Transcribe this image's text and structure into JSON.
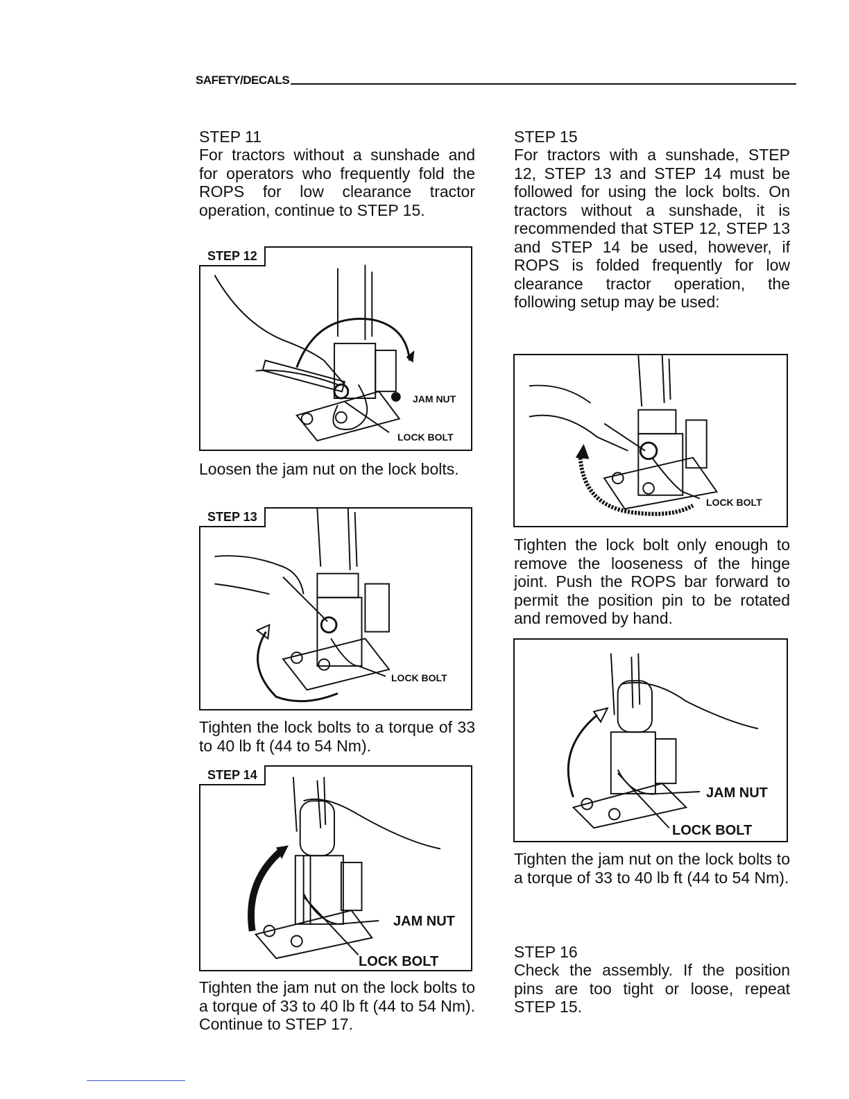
{
  "header": {
    "title": "SAFETY/DECALS"
  },
  "left": {
    "step11": {
      "title": "STEP 11",
      "text": "For tractors without a sunshade and for operators who frequently fold the ROPS for low clearance tractor operation, continue to STEP 15."
    },
    "fig12": {
      "label": "STEP 12",
      "callout1": "JAM NUT",
      "callout2": "LOCK BOLT"
    },
    "cap12": "Loosen the jam nut on the lock bolts.",
    "fig13": {
      "label": "STEP 13",
      "callout1": "LOCK BOLT"
    },
    "cap13": "Tighten the lock bolts to a torque of 33 to 40 lb ft (44 to 54 Nm).",
    "fig14": {
      "label": "STEP 14",
      "callout1": "JAM NUT",
      "callout2": "LOCK BOLT"
    },
    "cap14": "Tighten the jam nut on the lock bolts to a torque of 33 to 40 lb ft (44 to 54 Nm). Continue to STEP 17."
  },
  "right": {
    "step15": {
      "title": "STEP 15",
      "text": "For tractors with a sunshade, STEP 12, STEP 13 and STEP 14 must be followed for using the lock bolts. On tractors without a sunshade, it is recommended that STEP 12, STEP 13 and STEP 14 be used, however, if ROPS is folded frequently for low clearance tractor operation, the following setup may be used:"
    },
    "figA": {
      "callout1": "LOCK BOLT"
    },
    "capA": "Tighten the lock bolt only enough to remove the looseness of the hinge joint. Push the ROPS bar forward to permit the position pin to be rotated and removed by hand.",
    "figB": {
      "callout1": "JAM NUT",
      "callout2": "LOCK BOLT"
    },
    "capB": "Tighten the jam nut on the lock bolts to a torque of 33 to 40 lb ft (44 to 54 Nm).",
    "step16": {
      "title": "STEP 16",
      "text": "Check the assembly. If the position pins are too tight or loose, repeat STEP 15."
    }
  }
}
